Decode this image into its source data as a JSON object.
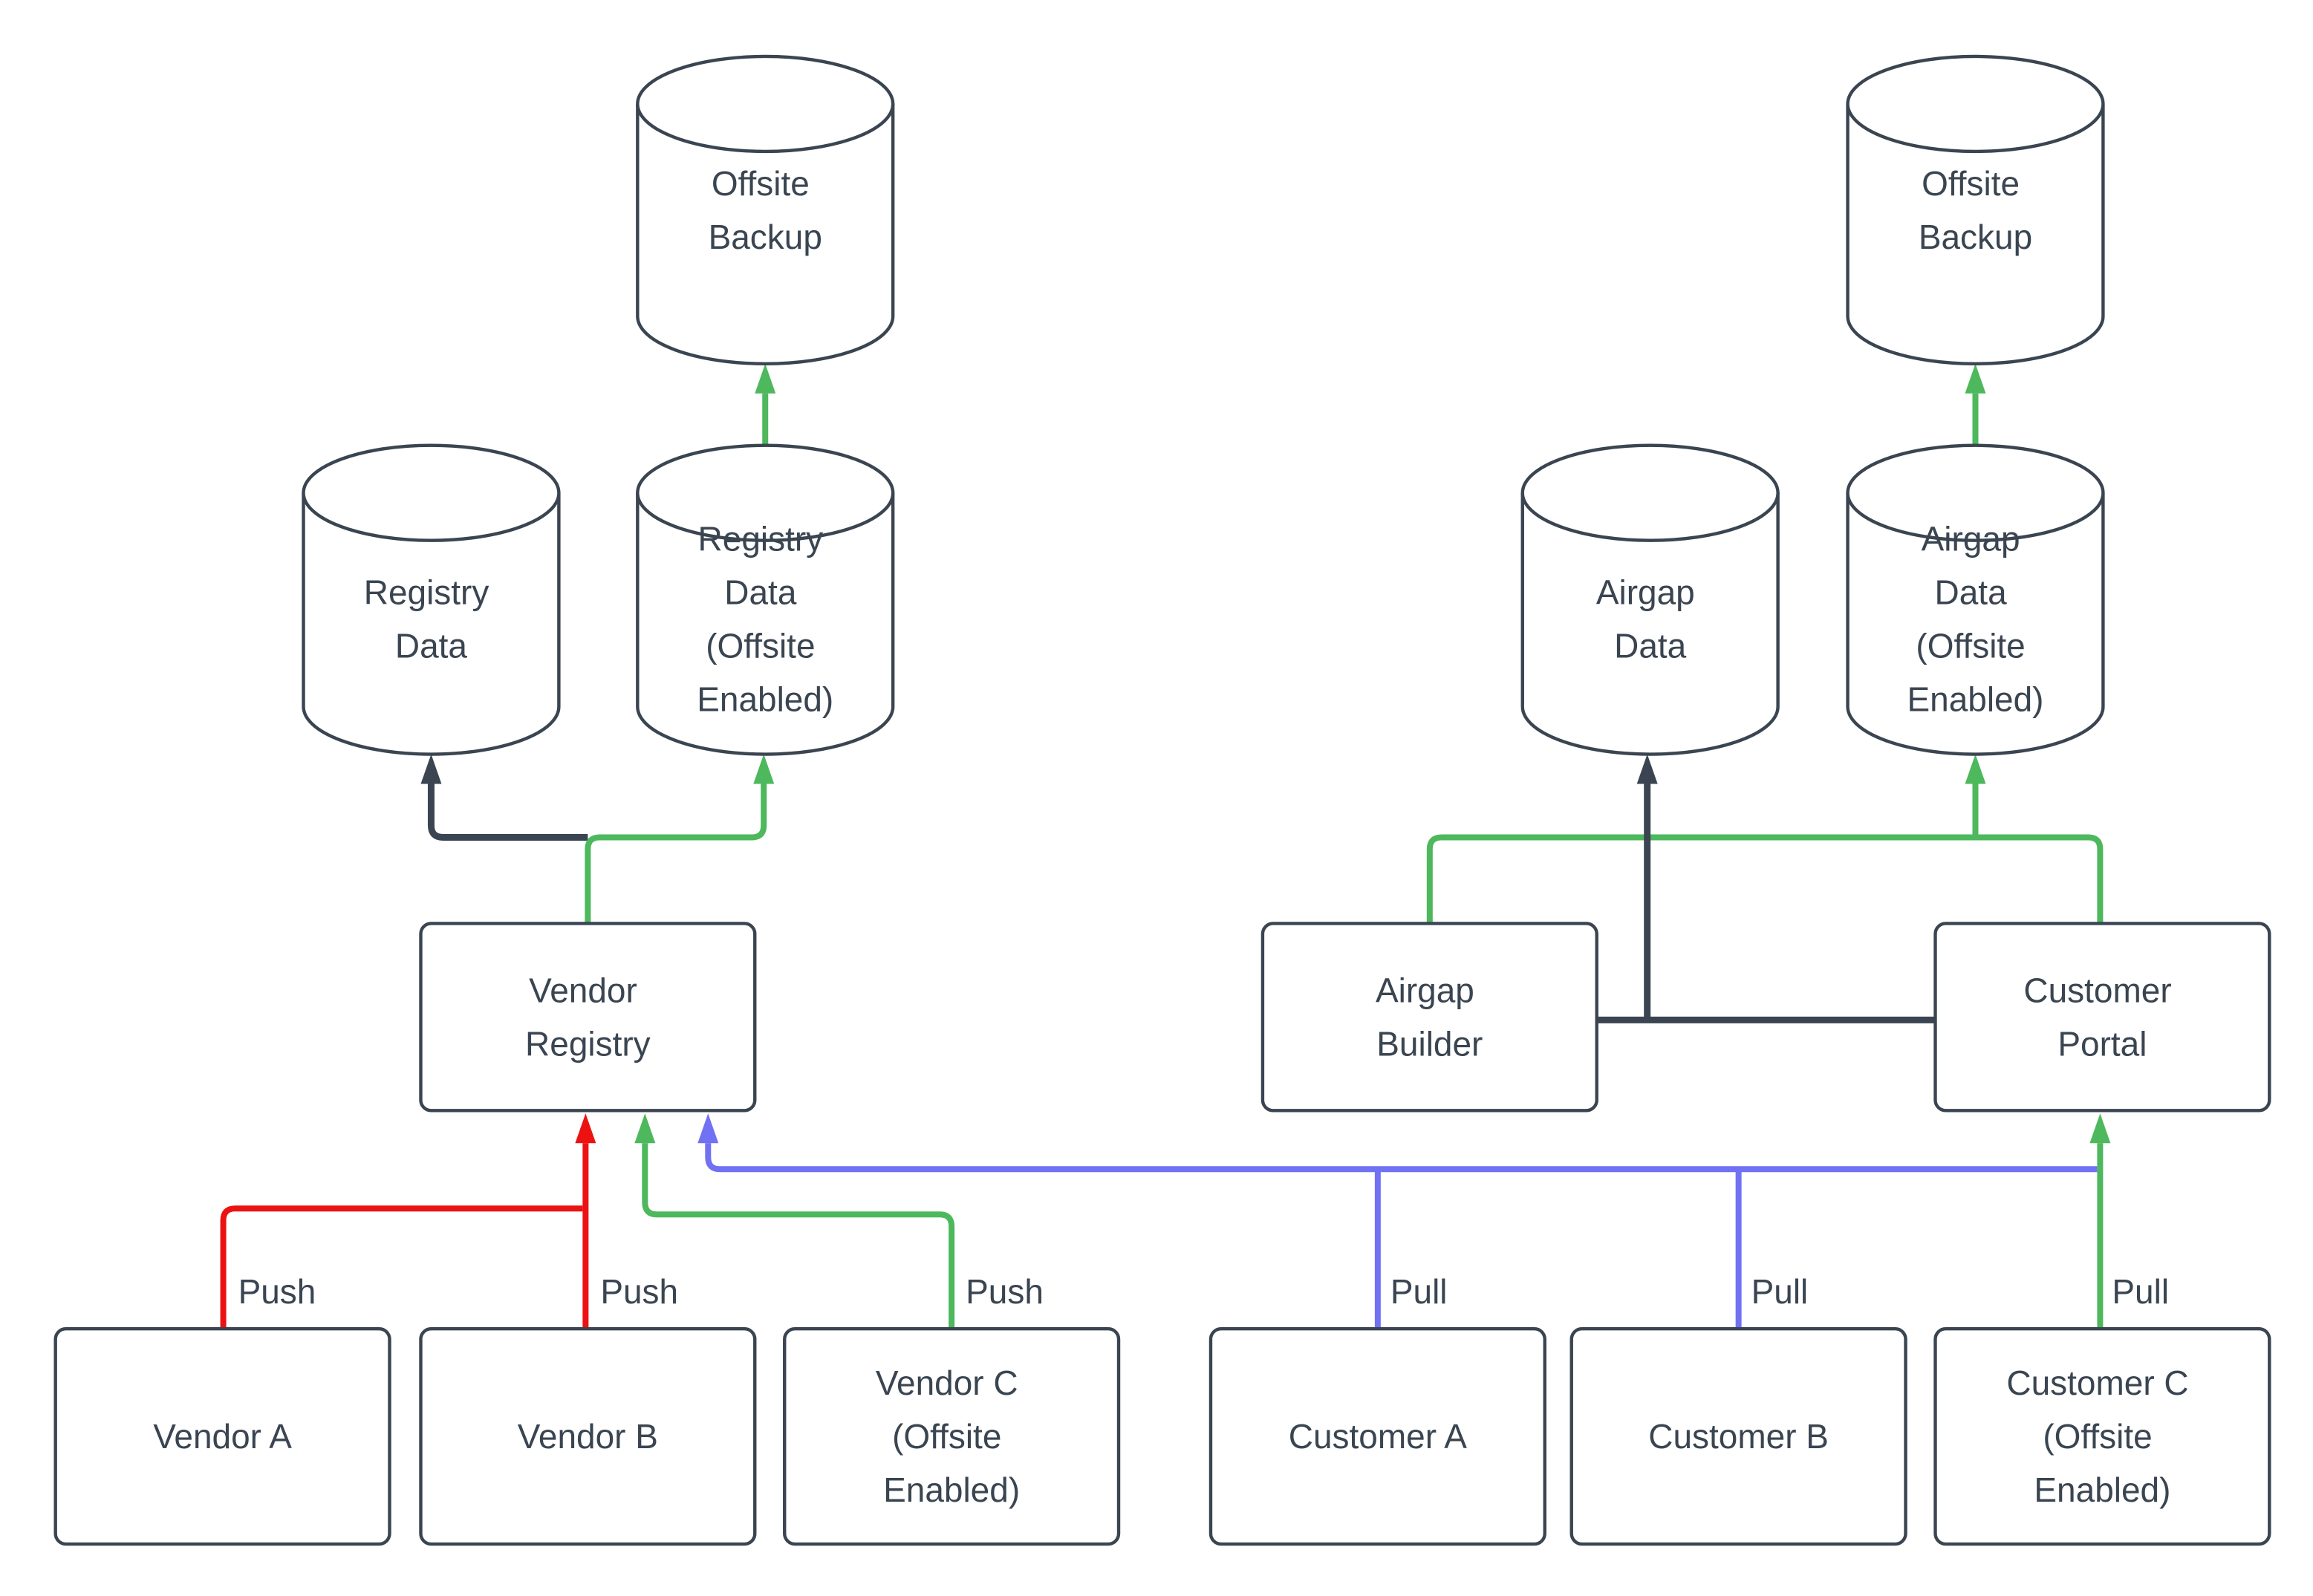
{
  "diagram_title": "",
  "colors": {
    "stroke": "#3A4551",
    "text": "#3A4551",
    "green": "#4DB85C",
    "red": "#EC1212",
    "blue": "#7171F3",
    "node_fill": "#FFFFFF",
    "background": "#FFFFFF"
  },
  "nodes": {
    "offsite_backup_left": {
      "type": "cylinder",
      "lines": [
        "Offsite",
        "Backup"
      ]
    },
    "registry_data": {
      "type": "cylinder",
      "lines": [
        "Registry",
        "Data"
      ]
    },
    "registry_data_offsite": {
      "type": "cylinder",
      "lines": [
        "Registry",
        "Data",
        "(Offsite",
        "Enabled)"
      ]
    },
    "vendor_registry": {
      "type": "box",
      "lines": [
        "Vendor",
        "Registry"
      ]
    },
    "vendor_a": {
      "type": "box",
      "lines": [
        "Vendor A"
      ]
    },
    "vendor_b": {
      "type": "box",
      "lines": [
        "Vendor B"
      ]
    },
    "vendor_c": {
      "type": "box",
      "lines": [
        "Vendor C",
        "(Offsite",
        "Enabled)"
      ]
    },
    "offsite_backup_right": {
      "type": "cylinder",
      "lines": [
        "Offsite",
        "Backup"
      ]
    },
    "airgap_data": {
      "type": "cylinder",
      "lines": [
        "Airgap",
        "Data"
      ]
    },
    "airgap_data_offsite": {
      "type": "cylinder",
      "lines": [
        "Airgap",
        "Data",
        "(Offsite",
        "Enabled)"
      ]
    },
    "airgap_builder": {
      "type": "box",
      "lines": [
        "Airgap",
        "Builder"
      ]
    },
    "customer_portal": {
      "type": "box",
      "lines": [
        "Customer",
        "Portal"
      ]
    },
    "customer_a": {
      "type": "box",
      "lines": [
        "Customer A"
      ]
    },
    "customer_b": {
      "type": "box",
      "lines": [
        "Customer B"
      ]
    },
    "customer_c": {
      "type": "box",
      "lines": [
        "Customer C",
        "(Offsite",
        "Enabled)"
      ]
    }
  },
  "edges": [
    {
      "from": "vendor_a",
      "to": "vendor_registry",
      "label": "Push",
      "color": "red"
    },
    {
      "from": "vendor_b",
      "to": "vendor_registry",
      "label": "Push",
      "color": "red"
    },
    {
      "from": "vendor_c",
      "to": "vendor_registry",
      "label": "Push",
      "color": "green"
    },
    {
      "from": "customer_a",
      "to": "vendor_registry",
      "label": "Pull",
      "color": "blue"
    },
    {
      "from": "customer_b",
      "to": "vendor_registry",
      "label": "Pull",
      "color": "blue"
    },
    {
      "from": "customer_c",
      "to": "customer_portal",
      "label": "Pull",
      "color": "green"
    },
    {
      "from": "vendor_registry",
      "to": "registry_data",
      "label": "",
      "color": "dark"
    },
    {
      "from": "vendor_registry",
      "to": "registry_data_offsite",
      "label": "",
      "color": "green"
    },
    {
      "from": "registry_data_offsite",
      "to": "offsite_backup_left",
      "label": "",
      "color": "green"
    },
    {
      "from": "airgap_builder",
      "to": "customer_portal",
      "label": "",
      "color": "dark"
    },
    {
      "from": "airgap_builder",
      "to": "airgap_data",
      "label": "",
      "color": "dark"
    },
    {
      "from": "airgap_builder",
      "to": "airgap_data_offsite",
      "label": "",
      "color": "green"
    },
    {
      "from": "customer_portal",
      "to": "airgap_data_offsite",
      "label": "",
      "color": "green"
    },
    {
      "from": "airgap_data_offsite",
      "to": "offsite_backup_right",
      "label": "",
      "color": "green"
    }
  ]
}
